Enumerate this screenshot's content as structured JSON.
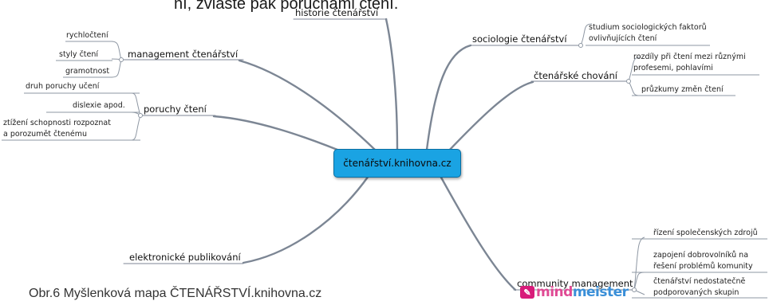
{
  "header_text": "ní, zvláště pak poruchami čtení.",
  "caption": "Obr.6 Myšlenková mapa ČTENÁŘSTVÍ.knihovna.cz",
  "center": "čtenářství.knihovna.cz",
  "topics": {
    "historie": "historie čtenářství",
    "management": "management čtenářství",
    "management_subs": [
      "rychločtení",
      "styly čtení",
      "gramotnost"
    ],
    "poruchy": "poruchy čtení",
    "poruchy_subs": [
      "druh poruchy učení",
      "dislexie apod.",
      "ztížení schopnosti rozpoznat",
      "a porozumět čtenému"
    ],
    "elektronicke": "elektronické publikování",
    "sociologie": "sociologie čtenářství",
    "sociologie_subs": [
      "studium sociologických faktorů",
      "ovlivňujících čtení"
    ],
    "chovani": "čtenářské chování",
    "chovani_subs": [
      "rozdíly při čtení mezi různými",
      "profesemi, pohlavími",
      "průzkumy změn čtení"
    ],
    "community": "community management",
    "community_subs": [
      "řízení společenských zdrojů",
      "zapojení dobrovolníků na",
      "řešení problémů komunity",
      "čtenářství nedostatečně",
      "podporovaných skupin"
    ]
  },
  "logo": {
    "left": "mind",
    "right": "meister"
  },
  "colors": {
    "center_fill": "#1aa3e3",
    "branch": "#6f7a88",
    "line": "#8e97a3"
  }
}
